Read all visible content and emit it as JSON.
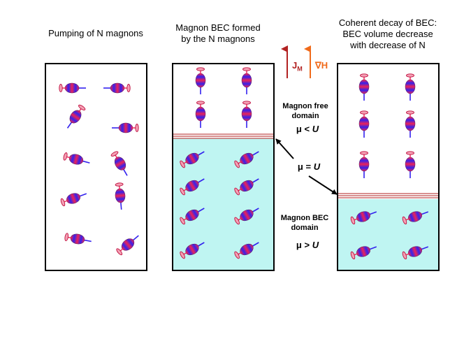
{
  "captions": {
    "panel1": "Pumping of N magnons",
    "panel2_line1": "Magnon BEC formed",
    "panel2_line2": "by the N magnons",
    "panel3_line1": "Coherent decay of BEC:",
    "panel3_line2": "BEC volume decrease",
    "panel3_line3": "with decrease of N"
  },
  "arrows_top": {
    "jm_letter": "J",
    "jm_sub": "M",
    "gradh": "∇H"
  },
  "labels": {
    "free_line1": "Magnon free",
    "free_line2": "domain",
    "free_mu": "μ",
    "free_op": " < ",
    "free_u": "U",
    "eq_mu": "μ",
    "eq_op": " = ",
    "eq_u": "U",
    "bec_line1": "Magnon BEC",
    "bec_line2": "domain",
    "bec_mu": "μ",
    "bec_op": " > ",
    "bec_u": "U"
  },
  "colors": {
    "bec_fill": "#bff5f2",
    "boundary_line": "#b22222",
    "magnon_red": "#ee2255",
    "magnon_blue": "#3322ee",
    "magnon_tip": "#f4a0b4",
    "arrow_jm": "#b22222",
    "arrow_gradh": "#f06a1a"
  },
  "icons": {
    "magnon": "precessing-spin-icon"
  }
}
